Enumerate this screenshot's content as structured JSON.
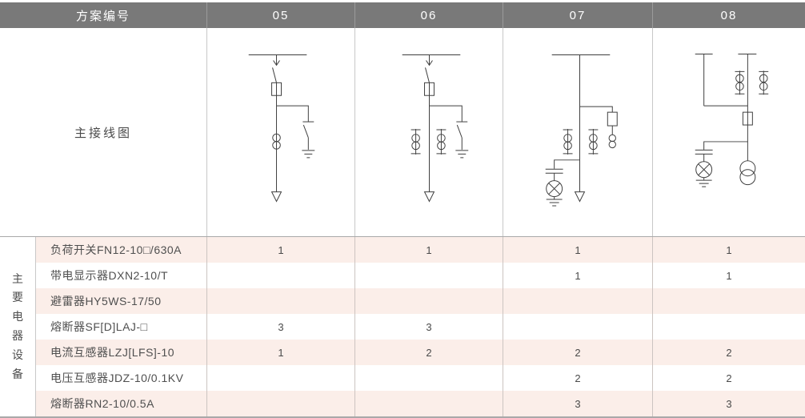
{
  "table": {
    "header": {
      "label": "方案编号",
      "schemes": [
        "05",
        "06",
        "07",
        "08"
      ]
    },
    "diagram_row_label": "主接线图",
    "equipment_group_label": "主要电器设备",
    "rows": [
      {
        "name": "负荷开关FN12-10□/630A",
        "quantities": [
          "1",
          "1",
          "1",
          "1"
        ]
      },
      {
        "name": "带电显示器DXN2-10/T",
        "quantities": [
          "",
          "",
          "1",
          "1"
        ]
      },
      {
        "name": "避雷器HY5WS-17/50",
        "quantities": [
          "",
          "",
          "",
          ""
        ]
      },
      {
        "name": "熔断器SF[D]LAJ-□",
        "quantities": [
          "3",
          "3",
          "",
          ""
        ]
      },
      {
        "name": "电流互感器LZJ[LFS]-10",
        "quantities": [
          "1",
          "2",
          "2",
          "2"
        ]
      },
      {
        "name": "电压互感器JDZ-10/0.1KV",
        "quantities": [
          "",
          "",
          "2",
          "2"
        ]
      },
      {
        "name": "熔断器RN2-10/0.5A",
        "quantities": [
          "",
          "",
          "3",
          "3"
        ]
      }
    ],
    "diagram_symbols": [
      "busbar",
      "load-switch",
      "fuse",
      "current-transformer",
      "earthing-switch",
      "voltage-transformer",
      "capacitor",
      "indicator-lamp",
      "ground",
      "cable-terminal"
    ]
  },
  "colors": {
    "header_bg": "#797979",
    "header_text": "#ffffff",
    "row_pink": "#fbeee9",
    "row_white": "#ffffff",
    "divider": "#c8c8c8",
    "section_line": "#a9a9a9",
    "diagram_stroke": "#3f3f3f",
    "text": "#4f4f4f"
  }
}
